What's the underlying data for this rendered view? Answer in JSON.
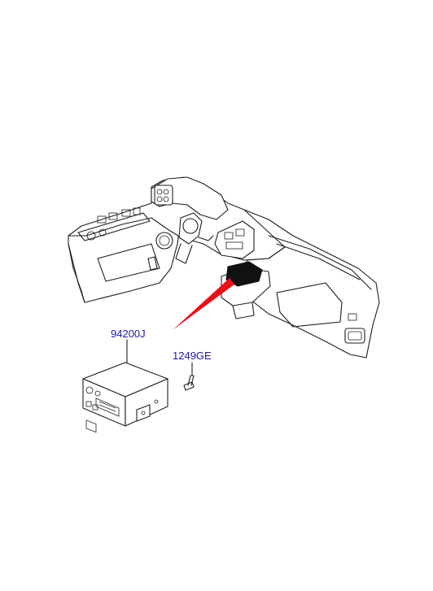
{
  "parts": [
    {
      "id": "head-unit",
      "label": "94200J"
    },
    {
      "id": "screw",
      "label": "1249GE"
    }
  ],
  "colors": {
    "leader": "#e8101a",
    "label": "#1a1aa8",
    "line": "#1e1e1e",
    "highlight": "#111111"
  }
}
